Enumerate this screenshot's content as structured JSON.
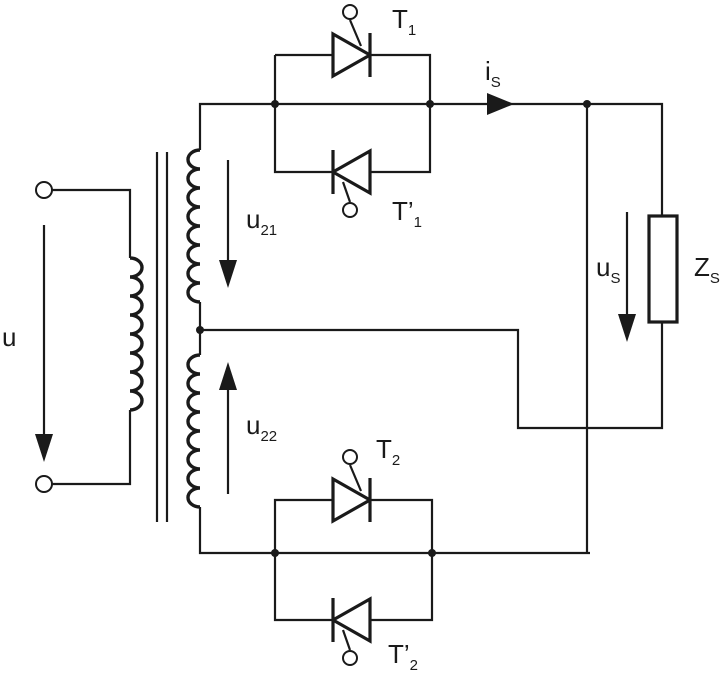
{
  "labels": {
    "input_voltage": "u",
    "u21": {
      "main": "u",
      "sub": "21"
    },
    "u22": {
      "main": "u",
      "sub": "22"
    },
    "T1": {
      "main": "T",
      "sub": "1"
    },
    "T1p": {
      "main": "T’",
      "sub": "1"
    },
    "T2": {
      "main": "T",
      "sub": "2"
    },
    "T2p": {
      "main": "T’",
      "sub": "2"
    },
    "is": {
      "main": "i",
      "sub": "S"
    },
    "us": {
      "main": "u",
      "sub": "S"
    },
    "Zs": {
      "main": "Z",
      "sub": "S"
    }
  }
}
